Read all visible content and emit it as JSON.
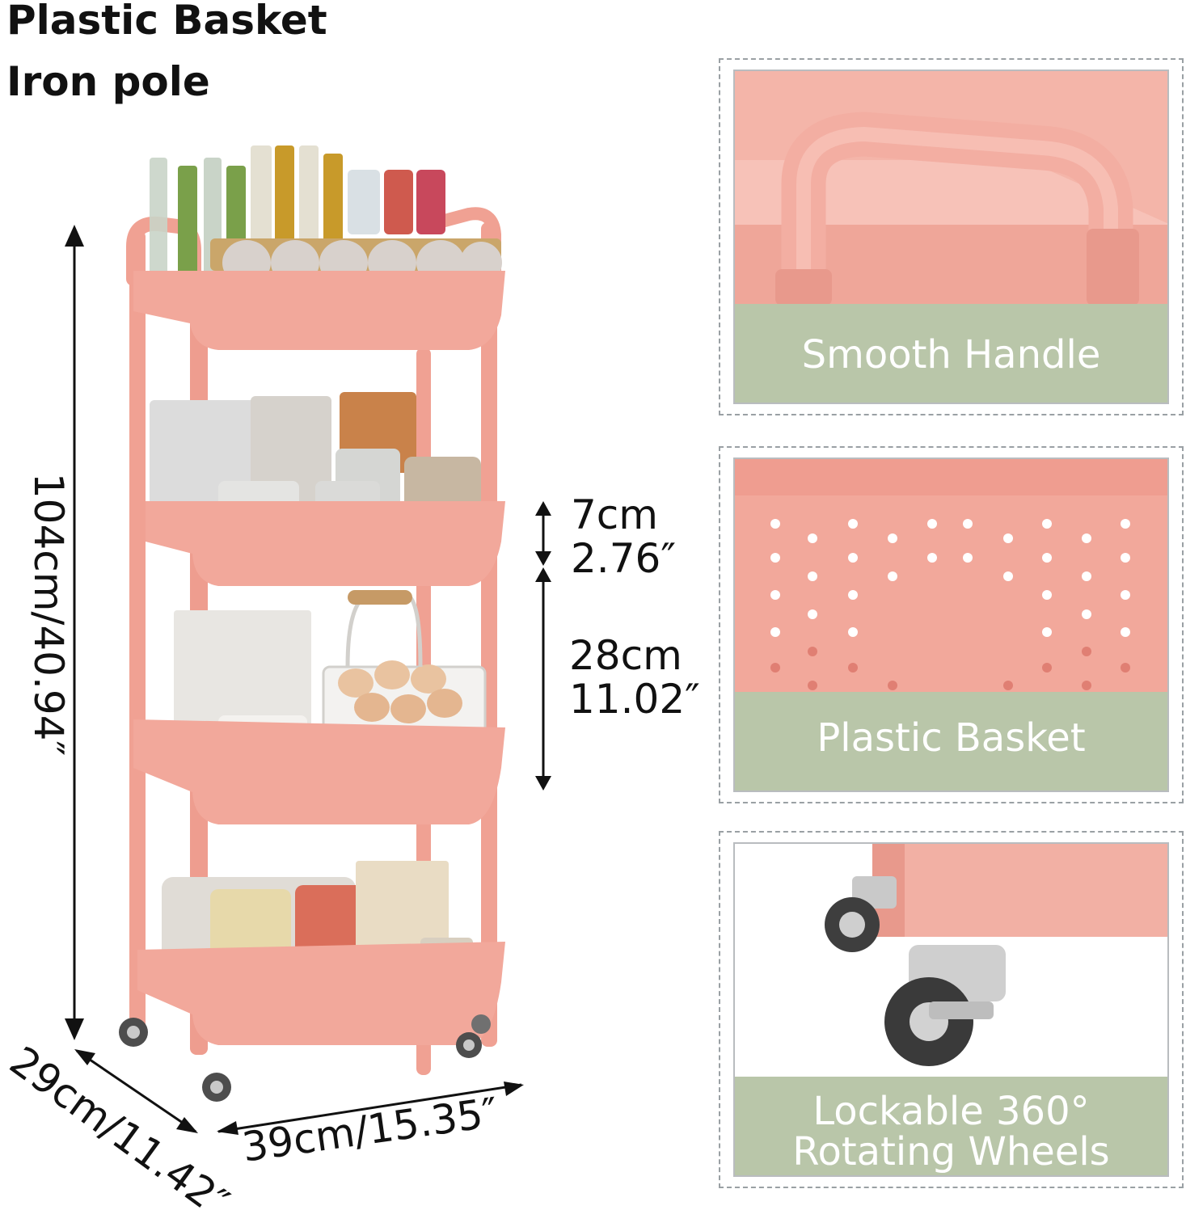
{
  "headline": {
    "line1": "Plastic Basket",
    "line2": "Iron pole"
  },
  "dimensions": {
    "height": "104cm/40.94″",
    "gap_small_cm": "7cm",
    "gap_small_in": "2.76″",
    "gap_large_cm": "28cm",
    "gap_large_in": "11.02″",
    "depth": "29cm/11.42″",
    "width": "39cm/15.35″"
  },
  "features": [
    {
      "label": "Smooth Handle"
    },
    {
      "label": "Plastic Basket"
    },
    {
      "line1": "Lockable 360°",
      "line2": "Rotating Wheels"
    }
  ],
  "colors": {
    "cart_pink": "#f2a89b",
    "cart_pink_dark": "#e58f82",
    "caption_green": "#b9c6a9",
    "caption_text": "#ffffff",
    "dashed_border": "#9aa0a4"
  }
}
